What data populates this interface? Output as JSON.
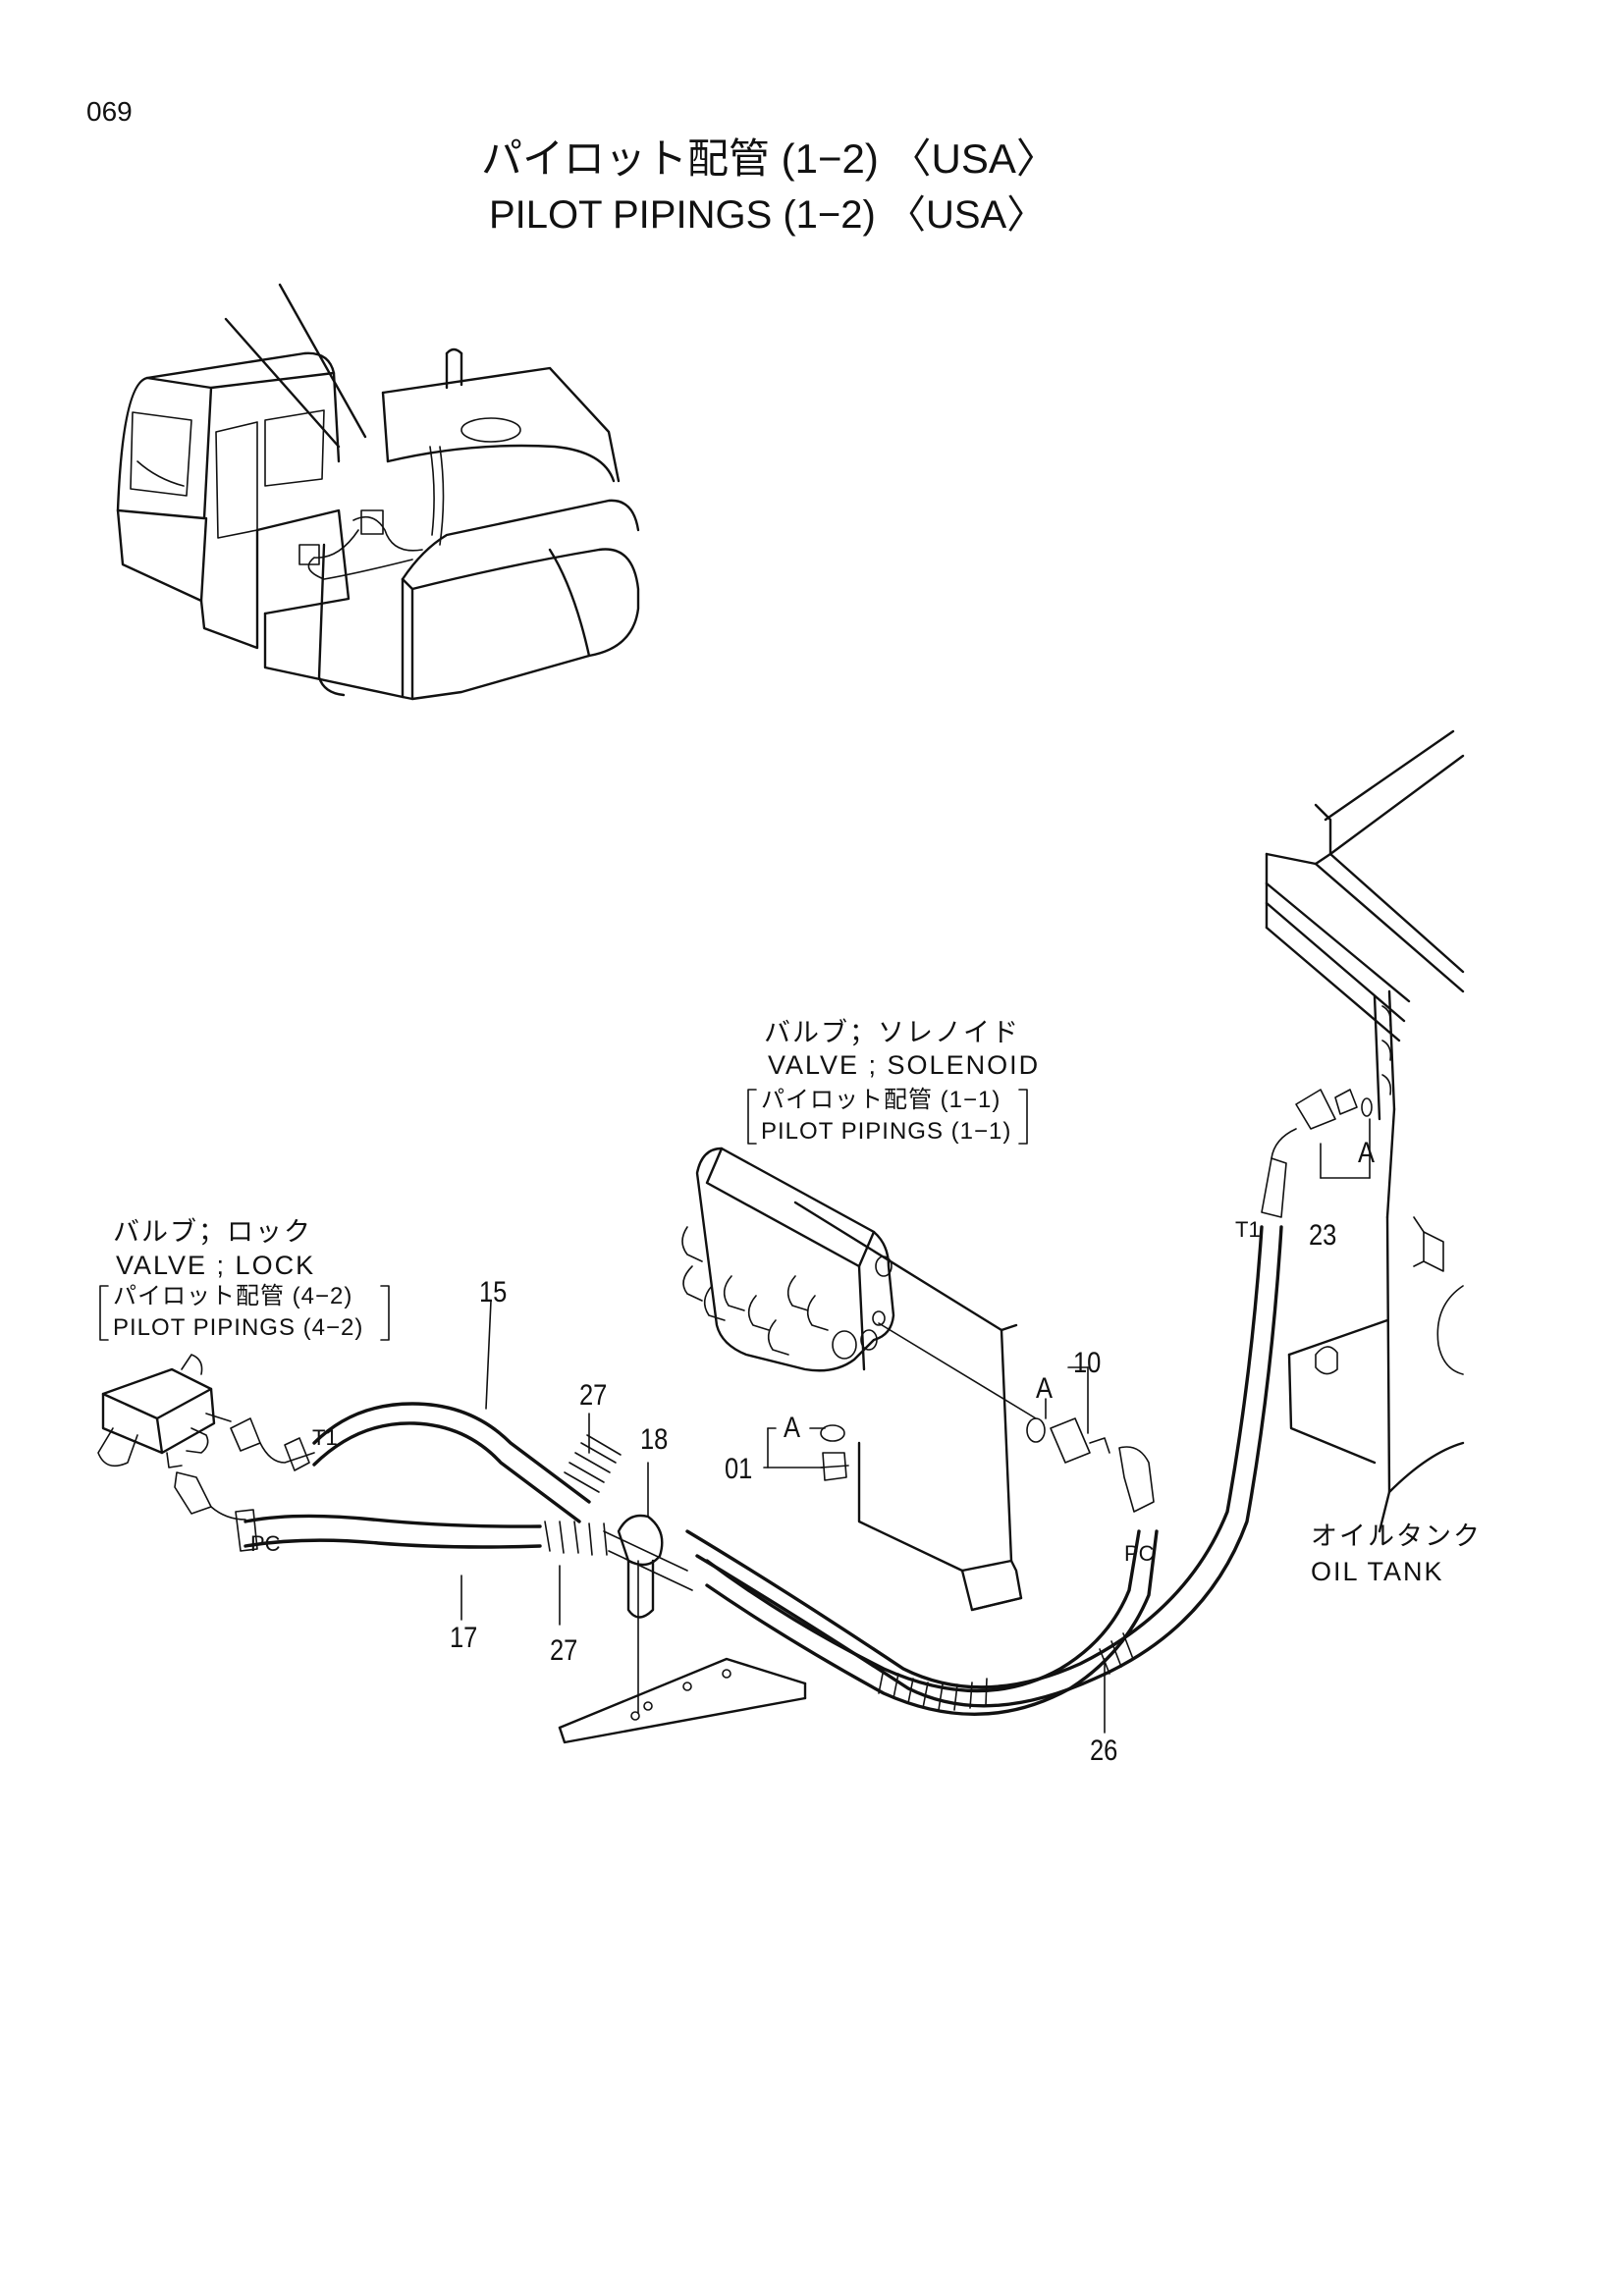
{
  "page_number": "069",
  "title": {
    "jp": "パイロット配管 (1−2) 〈USA〉",
    "en": "PILOT PIPINGS  (1−2) 〈USA〉"
  },
  "callouts": {
    "solenoid_valve": {
      "jp": "バルブ；ソレノイド",
      "en": "VALVE ; SOLENOID",
      "ref_jp": "パイロット配管 (1−1)",
      "ref_en": "PILOT  PIPINGS (1−1)"
    },
    "lock_valve": {
      "jp": "バルブ；ロック",
      "en": "VALVE ; LOCK",
      "ref_jp": "パイロット配管 (4−2)",
      "ref_en": "PILOT  PIPINGS (4−2)"
    },
    "oil_tank": {
      "jp": "オイルタンク",
      "en": "OIL  TANK"
    }
  },
  "part_numbers": {
    "p15": "15",
    "p17": "17",
    "p27a": "27",
    "p27b": "27",
    "p18": "18",
    "p01": "01",
    "p10": "10",
    "p23": "23",
    "p26": "26"
  },
  "port_labels": {
    "t1_left": "T1",
    "pc_left": "PC",
    "t1_right": "T1",
    "pc_right": "PC",
    "a_left": "A",
    "a_mid": "A",
    "a_right": "A"
  }
}
